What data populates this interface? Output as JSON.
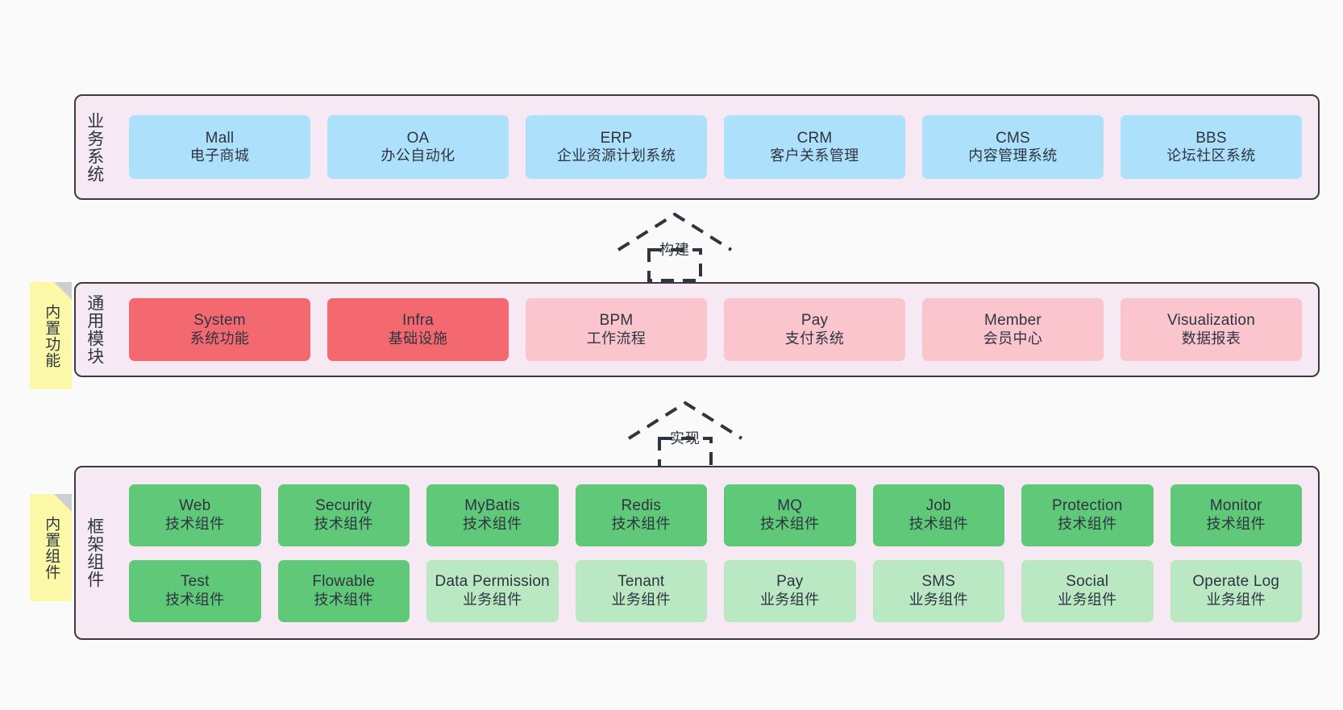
{
  "colors": {
    "canvas_bg": "#fafafa",
    "band_bg": "#f7e9f3",
    "band_border": "#3b3b3b",
    "blue": "#ade0fb",
    "red": "#f4696f",
    "pink": "#fbc5cd",
    "green": "#5fc979",
    "green_light": "#b9e8c2",
    "sticky": "#fbf8a8",
    "text": "#2e3440"
  },
  "layers": [
    {
      "id": "business-systems",
      "title": "业务系统",
      "cards": [
        {
          "en": "Mall",
          "cn": "电子商城",
          "tone": "blue"
        },
        {
          "en": "OA",
          "cn": "办公自动化",
          "tone": "blue"
        },
        {
          "en": "ERP",
          "cn": "企业资源计划系统",
          "tone": "blue"
        },
        {
          "en": "CRM",
          "cn": "客户关系管理",
          "tone": "blue"
        },
        {
          "en": "CMS",
          "cn": "内容管理系统",
          "tone": "blue"
        },
        {
          "en": "BBS",
          "cn": "论坛社区系统",
          "tone": "blue"
        }
      ]
    },
    {
      "id": "common-modules",
      "title": "通用模块",
      "sticky": "内置功能",
      "cards": [
        {
          "en": "System",
          "cn": "系统功能",
          "tone": "red"
        },
        {
          "en": "Infra",
          "cn": "基础设施",
          "tone": "red"
        },
        {
          "en": "BPM",
          "cn": "工作流程",
          "tone": "pink"
        },
        {
          "en": "Pay",
          "cn": "支付系统",
          "tone": "pink"
        },
        {
          "en": "Member",
          "cn": "会员中心",
          "tone": "pink"
        },
        {
          "en": "Visualization",
          "cn": "数据报表",
          "tone": "pink"
        }
      ]
    },
    {
      "id": "framework-components",
      "title": "框架组件",
      "sticky": "内置组件",
      "cards": [
        {
          "en": "Web",
          "cn": "技术组件",
          "tone": "green"
        },
        {
          "en": "Security",
          "cn": "技术组件",
          "tone": "green"
        },
        {
          "en": "MyBatis",
          "cn": "技术组件",
          "tone": "green"
        },
        {
          "en": "Redis",
          "cn": "技术组件",
          "tone": "green"
        },
        {
          "en": "MQ",
          "cn": "技术组件",
          "tone": "green"
        },
        {
          "en": "Job",
          "cn": "技术组件",
          "tone": "green"
        },
        {
          "en": "Protection",
          "cn": "技术组件",
          "tone": "green"
        },
        {
          "en": "Monitor",
          "cn": "技术组件",
          "tone": "green"
        },
        {
          "en": "Test",
          "cn": "技术组件",
          "tone": "green"
        },
        {
          "en": "Flowable",
          "cn": "技术组件",
          "tone": "green"
        },
        {
          "en": "Data Permission",
          "cn": "业务组件",
          "tone": "green_light"
        },
        {
          "en": "Tenant",
          "cn": "业务组件",
          "tone": "green_light"
        },
        {
          "en": "Pay",
          "cn": "业务组件",
          "tone": "green_light"
        },
        {
          "en": "SMS",
          "cn": "业务组件",
          "tone": "green_light"
        },
        {
          "en": "Social",
          "cn": "业务组件",
          "tone": "green_light"
        },
        {
          "en": "Operate Log",
          "cn": "业务组件",
          "tone": "green_light"
        }
      ]
    }
  ],
  "connectors": [
    {
      "id": "build",
      "label": "构建"
    },
    {
      "id": "implement",
      "label": "实现"
    }
  ]
}
